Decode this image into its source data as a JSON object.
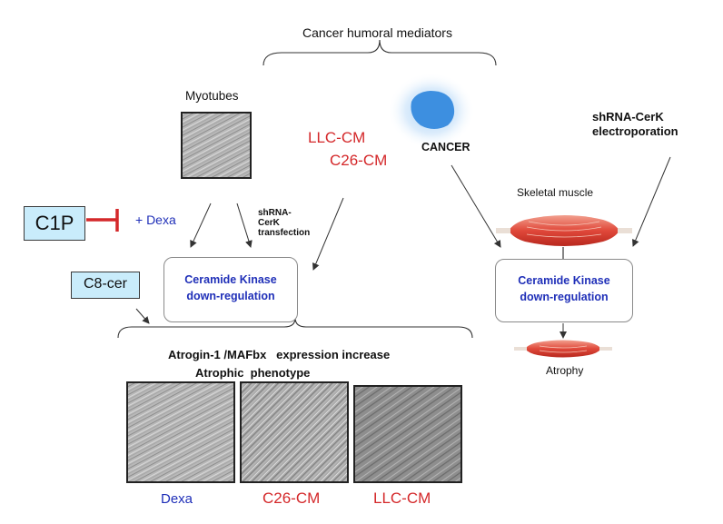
{
  "texts": {
    "top_label": "Cancer humoral mediators",
    "myotubes": "Myotubes",
    "llc_cm": "LLC-CM",
    "c26_cm": "C26-CM",
    "cancer": "CANCER",
    "shrna_electro_line1": "shRNA-CerK",
    "shrna_electro_line2": "electroporation",
    "skeletal_muscle": "Skeletal muscle",
    "c1p": "C1P",
    "plus_dexa": "+ Dexa",
    "shrna_transf_line1": "shRNA-",
    "shrna_transf_line2": "CerK",
    "shrna_transf_line3": "transfection",
    "c8cer": "C8-cer",
    "cerk_line1": "Ceramide Kinase",
    "cerk_line2": "down-regulation",
    "atrogin": "Atrogin-1 /MAFbx   expression increase",
    "atrophic": "Atrophic  phenotype",
    "atrophy": "Atrophy",
    "caption_dexa": "Dexa",
    "caption_c26": "C26-CM",
    "caption_llc": "LLC-CM"
  },
  "colors": {
    "red": "#d4282a",
    "blue": "#1f2fb8",
    "cyan_box": "#c9ecfb",
    "cancer_blue": "#3d8fe0"
  }
}
